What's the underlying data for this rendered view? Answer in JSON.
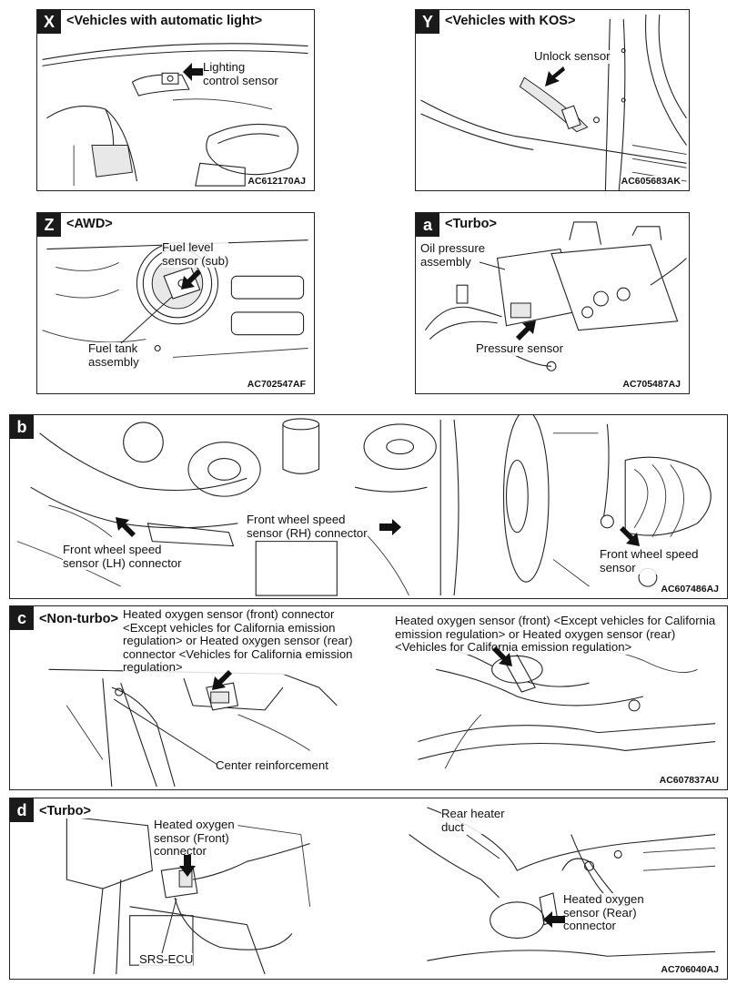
{
  "panels": {
    "X": {
      "tag": "X",
      "header": "<Vehicles with automatic light>",
      "labels": [
        "Lighting\ncontrol sensor"
      ],
      "code": "AC612170AJ"
    },
    "Y": {
      "tag": "Y",
      "header": "<Vehicles with KOS>",
      "labels": [
        "Unlock sensor"
      ],
      "code": "AC605683AK"
    },
    "Z": {
      "tag": "Z",
      "header": "<AWD>",
      "labels": [
        "Fuel level\nsensor (sub)",
        "Fuel tank\nassembly"
      ],
      "code": "AC702547AF"
    },
    "a": {
      "tag": "a",
      "header": "<Turbo>",
      "labels": [
        "Oil pressure\nassembly",
        "Pressure sensor"
      ],
      "code": "AC705487AJ"
    },
    "b": {
      "tag": "b",
      "header": "",
      "labels": [
        "Front wheel speed\nsensor (LH) connector",
        "Front wheel speed\nsensor (RH) connector",
        "Front wheel speed\nsensor"
      ],
      "code": "AC607486AJ"
    },
    "c": {
      "tag": "c",
      "header": "<Non-turbo>",
      "labels": [
        "Heated oxygen sensor (front) connector\n<Except vehicles for California emission\nregulation> or Heated oxygen sensor (rear)\nconnector <Vehicles for California emission\nregulation>",
        "Heated oxygen sensor (front) <Except vehicles for California\nemission regulation> or Heated oxygen sensor (rear)\n<Vehicles for California emission regulation>",
        "Center reinforcement"
      ],
      "code": "AC607837AU"
    },
    "d": {
      "tag": "d",
      "header": "<Turbo>",
      "labels": [
        "Heated oxygen\nsensor (Front)\nconnector",
        "SRS-ECU",
        "Rear heater\nduct",
        "Heated oxygen\nsensor (Rear)\nconnector"
      ],
      "code": "AC706040AJ"
    }
  },
  "icons": {
    "arrow": "black-pointer-arrow-icon"
  }
}
